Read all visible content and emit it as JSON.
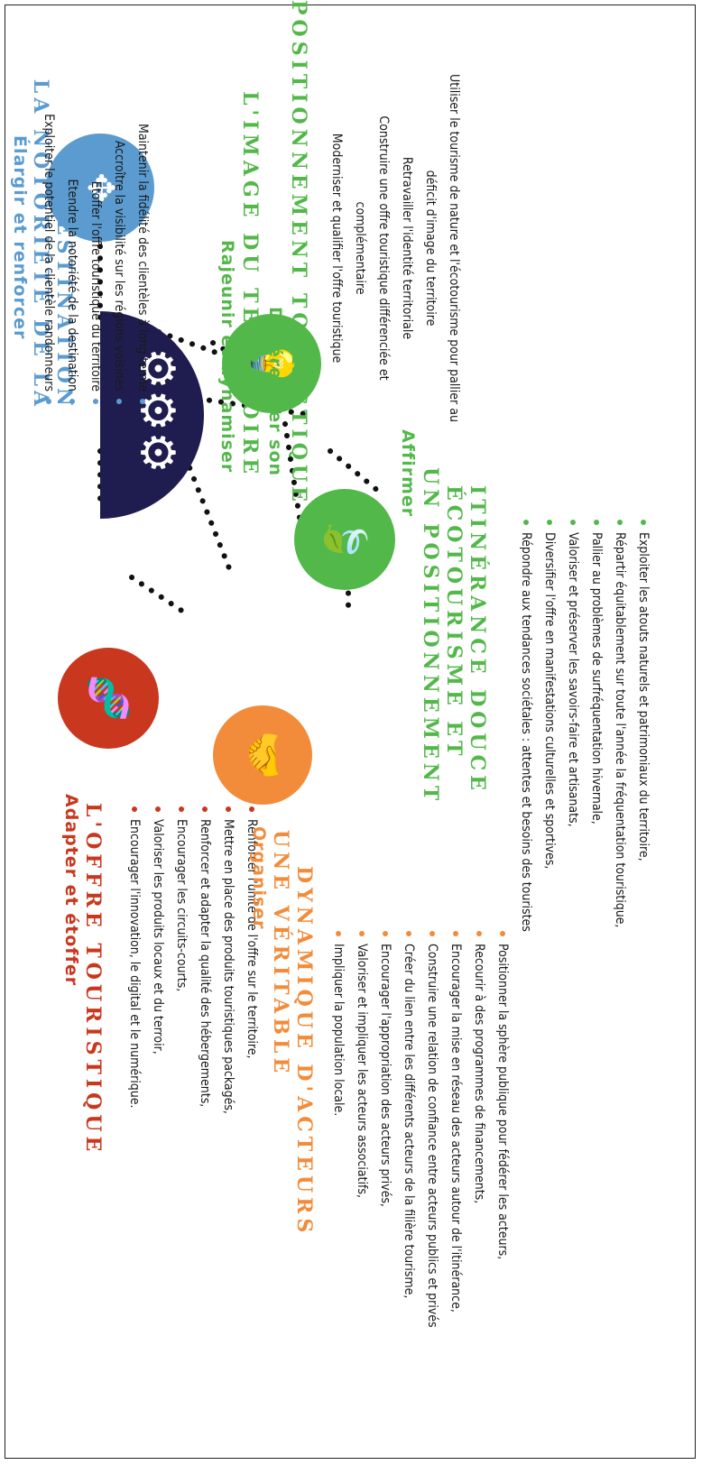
{
  "hub": {
    "icon": "gears-icon",
    "color": "#1f1d4f"
  },
  "notoriete": {
    "color": "#5b9bd0",
    "icon": "distribution-arrows-icon",
    "title_small": "Élargir et renforcer",
    "title_big_1": "LA NOTORIÉTÉ DE LA",
    "title_big_2": "DESTINATION",
    "items": [
      "Maintenir la fidélité des clientèles à long terme",
      "Accroître la visibilité sur les régions voisines",
      "Etoffer l'offre touristique du territoire",
      "Etendre la notoriété de la destination",
      "Exploiter le potentiel de la clientèle randonneurs"
    ]
  },
  "image": {
    "color": "#53b84a",
    "icon": "lightbulb-icon",
    "title_small_1": "Rajeunir et dynamiser",
    "title_big_1": "L'IMAGE DU TERRITOIRE",
    "title_small_2": "Différencier son",
    "title_big_2": "POSITIONNEMENT TOURISTIQUE",
    "items": [
      "Utiliser le tourisme de nature et l'écotourisme pour pallier au",
      "déficit d'image du territoire",
      "Retravailler l'identité territoriale",
      "Construire une offre touristique différenciée et",
      "complémentaire",
      "Moderniser et qualifier l'offre touristique"
    ]
  },
  "ecotourisme": {
    "color": "#53b84a",
    "icon": "leaf-icon",
    "title_small": "Affirmer",
    "title_big_1": "UN POSITIONNEMENT",
    "title_big_2": "ÉCOTOURISME ET",
    "title_big_3": "ITINÉRANCE DOUCE",
    "items": [
      "Exploiter les atouts naturels et patrimoniaux du territoire,",
      "Répartir équitablement sur toute l'année la fréquentation touristique,",
      "Pallier au problèmes de surfréquentation hivernale,",
      "Valoriser et préserver les savoirs-faire et artisanats,",
      "Diversifier l'offre en manifestations culturelles et sportives,",
      "Répondre aux tendances sociétales : attentes et besoins des touristes"
    ]
  },
  "offre": {
    "color": "#c9381e",
    "icon": "dna-icon",
    "title_small": "Adapter et étoffer",
    "title_big": "L'OFFRE TOURISTIQUE",
    "items": [
      "Renforcer l'unité de l'offre sur le territoire,",
      "Mettre en place des produits touristiques packagés,",
      "Renforcer et adapter la qualité des hébergements,",
      "Encourager les circuits-courts,",
      "Valoriser les produits locaux et du terroir,",
      "Encourager l'innovation, le digital et le numérique."
    ]
  },
  "acteurs": {
    "color": "#f28c3b",
    "icon": "handshake-icon",
    "title_small": "Organiser",
    "title_big_1": "UNE VÉRITABLE",
    "title_big_2": "DYNAMIQUE D'ACTEURS",
    "items": [
      "Positionner la sphère publique pour fédérer les acteurs,",
      "Recourir à des programmes de financements,",
      "Encourager la mise en réseau des acteurs autour de l'itinérance,",
      "Construire une relation de confiance entre acteurs publics et privés",
      "Créer du lien entre les différents acteurs de la filière tourisme,",
      "Encourager l'appropriation des acteurs privés,",
      "Valoriser et impliquer les acteurs associatifs,",
      "Impliquer la population locale."
    ]
  }
}
